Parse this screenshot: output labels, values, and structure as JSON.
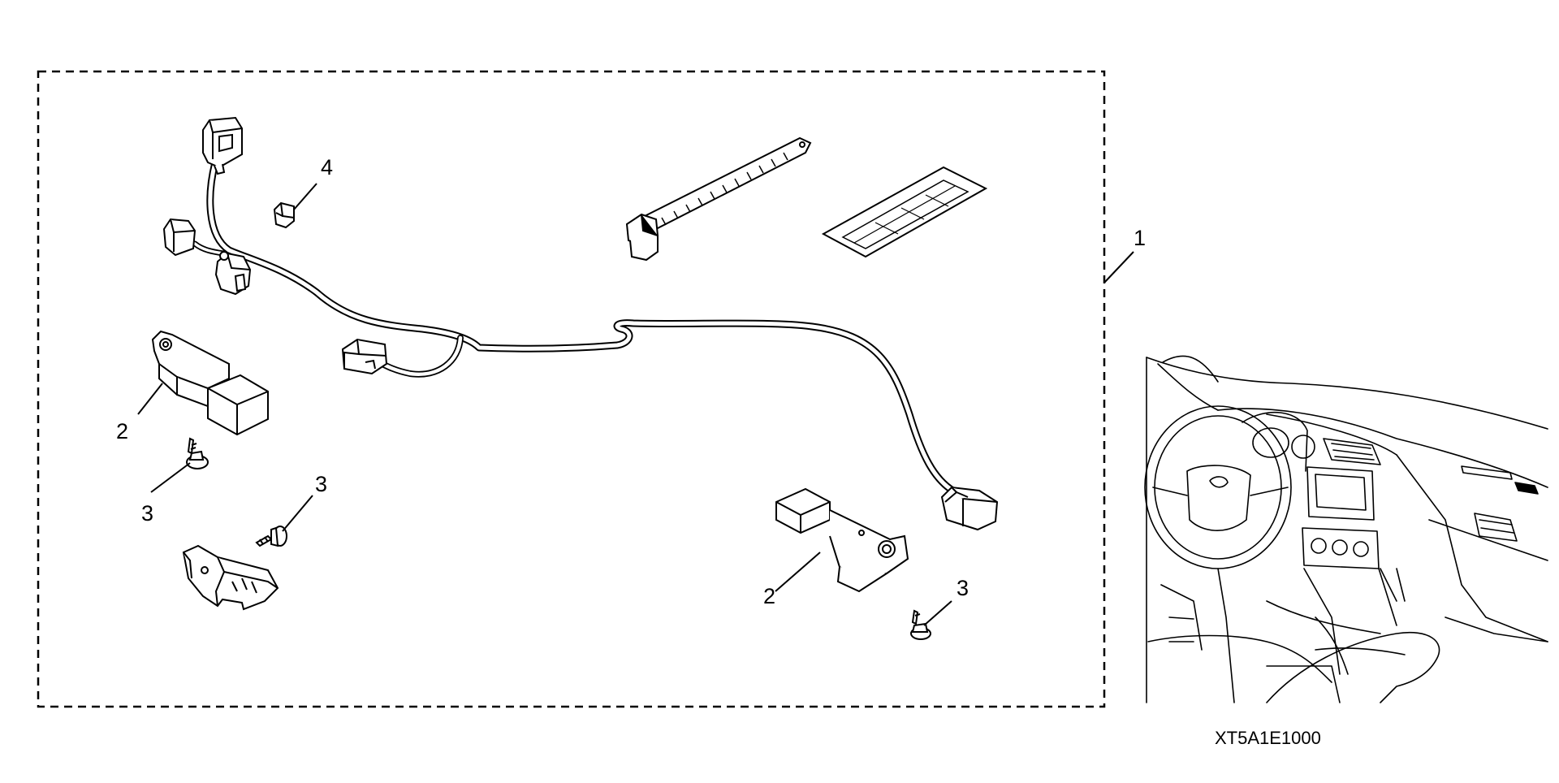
{
  "callouts": {
    "kit": "1",
    "sensor_left": "2",
    "sensor_right": "2",
    "screw_left": "3",
    "screw_middle": "3",
    "screw_right": "3",
    "clip": "4"
  },
  "drawing_code": "XT5A1E1000"
}
